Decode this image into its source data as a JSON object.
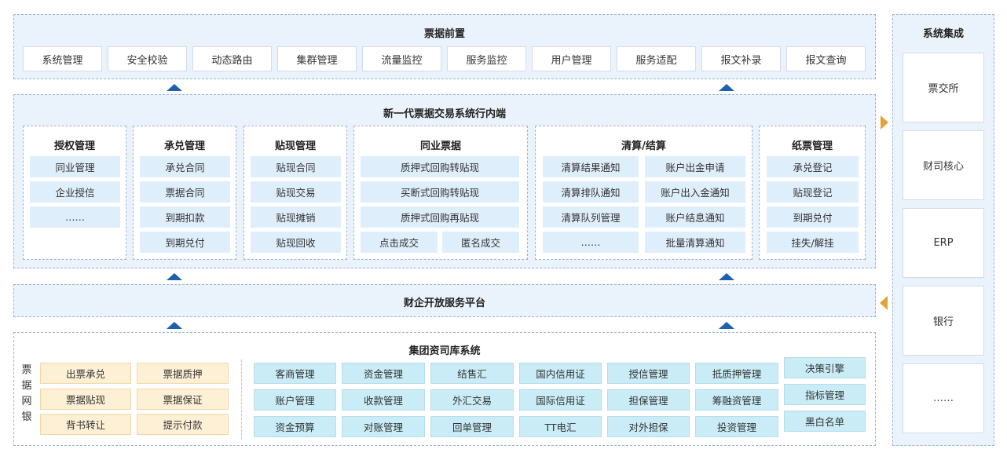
{
  "front": {
    "title": "票据前置",
    "items": [
      "系统管理",
      "安全校验",
      "动态路由",
      "集群管理",
      "流量监控",
      "服务监控",
      "用户管理",
      "服务适配",
      "报文补录",
      "报文查询"
    ]
  },
  "core": {
    "title": "新一代票据交易系统行内端",
    "auth": {
      "title": "授权管理",
      "items": [
        "同业管理",
        "企业授信",
        "……"
      ]
    },
    "accept": {
      "title": "承兑管理",
      "items": [
        "承兑合同",
        "票据合同",
        "到期扣款",
        "到期兑付"
      ]
    },
    "discount": {
      "title": "贴现管理",
      "items": [
        "贴现合同",
        "贴现交易",
        "贴现摊销",
        "贴现回收"
      ]
    },
    "interbank": {
      "title": "同业票据",
      "items": [
        "质押式回购转贴现",
        "买断式回购转贴现",
        "质押式回购再贴现"
      ],
      "bottom": [
        "点击成交",
        "匿名成交"
      ]
    },
    "clearing": {
      "title": "清算/结算",
      "left": [
        "清算结果通知",
        "清算排队通知",
        "清算队列管理",
        "……"
      ],
      "right": [
        "账户出金申请",
        "账户出入金通知",
        "账户结息通知",
        "批量清算通知"
      ]
    },
    "paper": {
      "title": "纸票管理",
      "items": [
        "承兑登记",
        "贴现登记",
        "到期兑付",
        "挂失/解挂"
      ]
    }
  },
  "platform": {
    "title": "财企开放服务平台"
  },
  "group": {
    "title": "集团资司库系统",
    "side_label": [
      "票",
      "据",
      "网",
      "银"
    ],
    "orange": [
      "出票承兑",
      "票据质押",
      "票据贴现",
      "票据保证",
      "背书转让",
      "提示付款"
    ],
    "cyan": [
      [
        "客商管理",
        "资金管理",
        "结售汇",
        "国内信用证",
        "授信管理",
        "抵质押管理"
      ],
      [
        "账户管理",
        "收款管理",
        "外汇交易",
        "国际信用证",
        "担保管理",
        "筹融资管理"
      ],
      [
        "资金预算",
        "对账管理",
        "回单管理",
        "TT电汇",
        "对外担保",
        "投资管理"
      ]
    ],
    "extra": [
      "决策引擎",
      "指标管理",
      "黑白名单"
    ]
  },
  "integration": {
    "title": "系统集成",
    "items": [
      "票交所",
      "财司核心",
      "ERP",
      "银行",
      "……"
    ]
  },
  "colors": {
    "accent": "#1e5fae",
    "arrow_side": "#e2a33a",
    "panel_bg": "#eaf3fc"
  }
}
